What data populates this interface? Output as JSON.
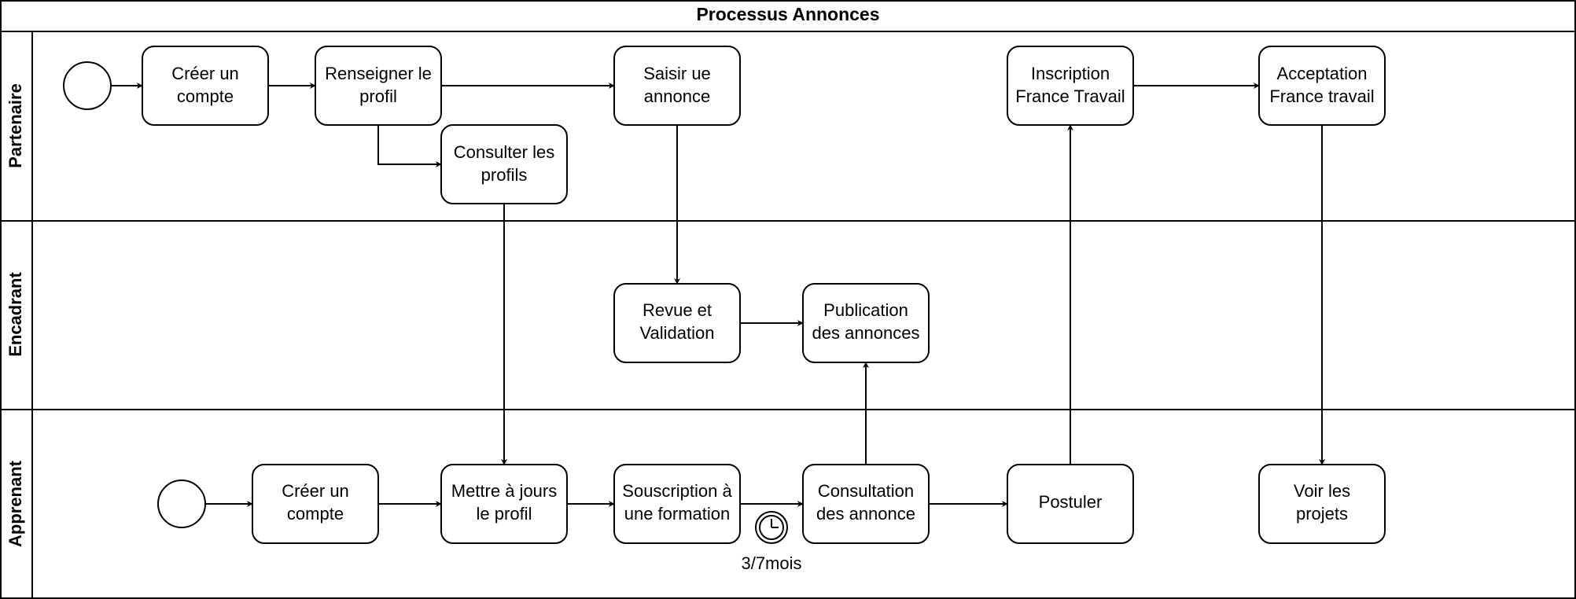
{
  "pool": {
    "title": "Processus Annonces"
  },
  "lanes": [
    {
      "id": "partenaire",
      "label": "Partenaire"
    },
    {
      "id": "encadrant",
      "label": "Encadrant"
    },
    {
      "id": "apprenant",
      "label": "Apprenant"
    }
  ],
  "tasks": {
    "p_creer": [
      "Créer un",
      "compte"
    ],
    "p_renseigner": [
      "Renseigner le",
      "profil"
    ],
    "p_consulter": [
      "Consulter les",
      "profils"
    ],
    "p_saisir": [
      "Saisir ue",
      "annonce"
    ],
    "p_inscription": [
      "Inscription",
      "France Travail"
    ],
    "p_acceptation": [
      "Acceptation",
      "France travail"
    ],
    "e_revue": [
      "Revue et",
      "Validation"
    ],
    "e_publication": [
      "Publication",
      "des annonces"
    ],
    "a_creer": [
      "Créer un",
      "compte"
    ],
    "a_mettre": [
      "Mettre à jours",
      "le profil"
    ],
    "a_souscription": [
      "Souscription à",
      "une formation"
    ],
    "a_consultation": [
      "Consultation",
      "des annonce"
    ],
    "a_postuler": [
      "Postuler"
    ],
    "a_voir": [
      "Voir les",
      "projets"
    ]
  },
  "timer": {
    "label": "3/7mois"
  }
}
